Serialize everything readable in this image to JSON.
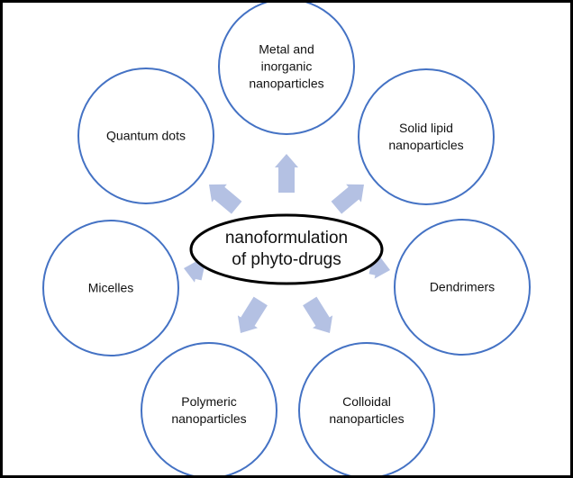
{
  "diagram": {
    "type": "radial-hub",
    "center": {
      "label": "nanoformulation\nof  phyto-drugs"
    },
    "nodes": [
      {
        "id": "metal",
        "label": "Metal and\ninorganic\nnanoparticles"
      },
      {
        "id": "solid-lipid",
        "label": "Solid lipid\nnanoparticles"
      },
      {
        "id": "dendrimers",
        "label": "Dendrimers"
      },
      {
        "id": "colloidal",
        "label": "Colloidal\nnanoparticles"
      },
      {
        "id": "polymeric",
        "label": "Polymeric\nnanoparticles"
      },
      {
        "id": "micelles",
        "label": "Micelles"
      },
      {
        "id": "quantum-dots",
        "label": "Quantum dots"
      }
    ],
    "colors": {
      "node_stroke": "#4472c4",
      "arrow_fill": "#b4c1e3",
      "center_stroke": "#000000",
      "frame": "#000000"
    }
  }
}
